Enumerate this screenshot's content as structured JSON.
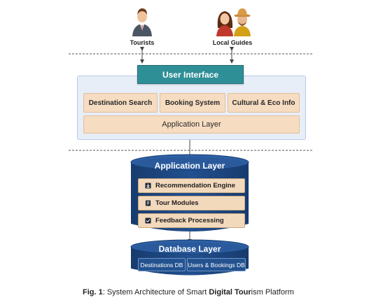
{
  "actors": {
    "tourists": "Tourists",
    "guides": "Local Guides"
  },
  "ui": {
    "title": "User Interface",
    "modules": [
      "Destination Search",
      "Booking System",
      "Cultural & Eco Info"
    ],
    "layer": "Application Layer"
  },
  "app_cylinder": {
    "title": "Application Layer",
    "items": [
      {
        "label": "Recommendation Engine",
        "icon": "download-icon"
      },
      {
        "label": "Tour Modules",
        "icon": "book-icon"
      },
      {
        "label": "Feedback Processing",
        "icon": "check-box-icon"
      }
    ]
  },
  "db_cylinder": {
    "title": "Database Layer",
    "stores": [
      "Destinations DB",
      "Users & Bookings DB"
    ]
  },
  "caption": {
    "fig": "Fig. 1",
    "p1": ": System Architecture of Smart ",
    "b1": "Digital",
    "p2": " ",
    "b2": "Tour",
    "p3": "ism Platform"
  },
  "colors": {
    "ui_box": "#2f8f97",
    "panel": "#e8eef8",
    "module": "#f6dcc0",
    "cylinder": "#1f4a86",
    "cylinder_top": "#2d5fa3"
  }
}
